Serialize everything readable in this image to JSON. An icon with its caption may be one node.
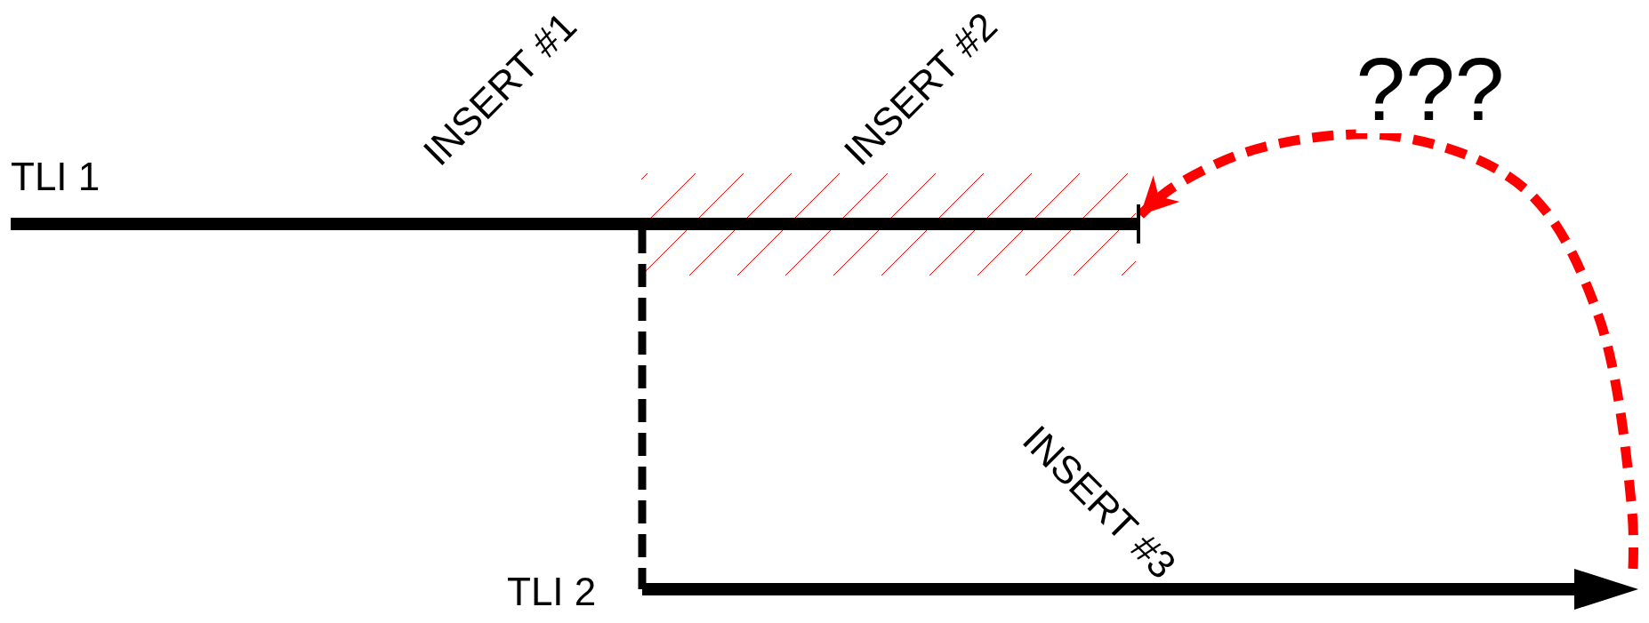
{
  "diagram": {
    "nodes": [
      {
        "text": [],
        "shape": "bar",
        "beside": [
          "TLI 1"
        ]
      },
      {
        "text": [],
        "shape": "arrow",
        "beside": [
          "TLI 2"
        ]
      }
    ],
    "edges": [
      {
        "from": 0,
        "to": 1,
        "arrow": "none",
        "style": "dashed"
      },
      {
        "from": 1,
        "to": 0,
        "arrow": "to",
        "style": "dashed",
        "color": "#ff0000",
        "label": "???"
      }
    ],
    "labels": [
      "INSERT #1",
      "INSERT #2",
      "INSERT #3"
    ]
  }
}
